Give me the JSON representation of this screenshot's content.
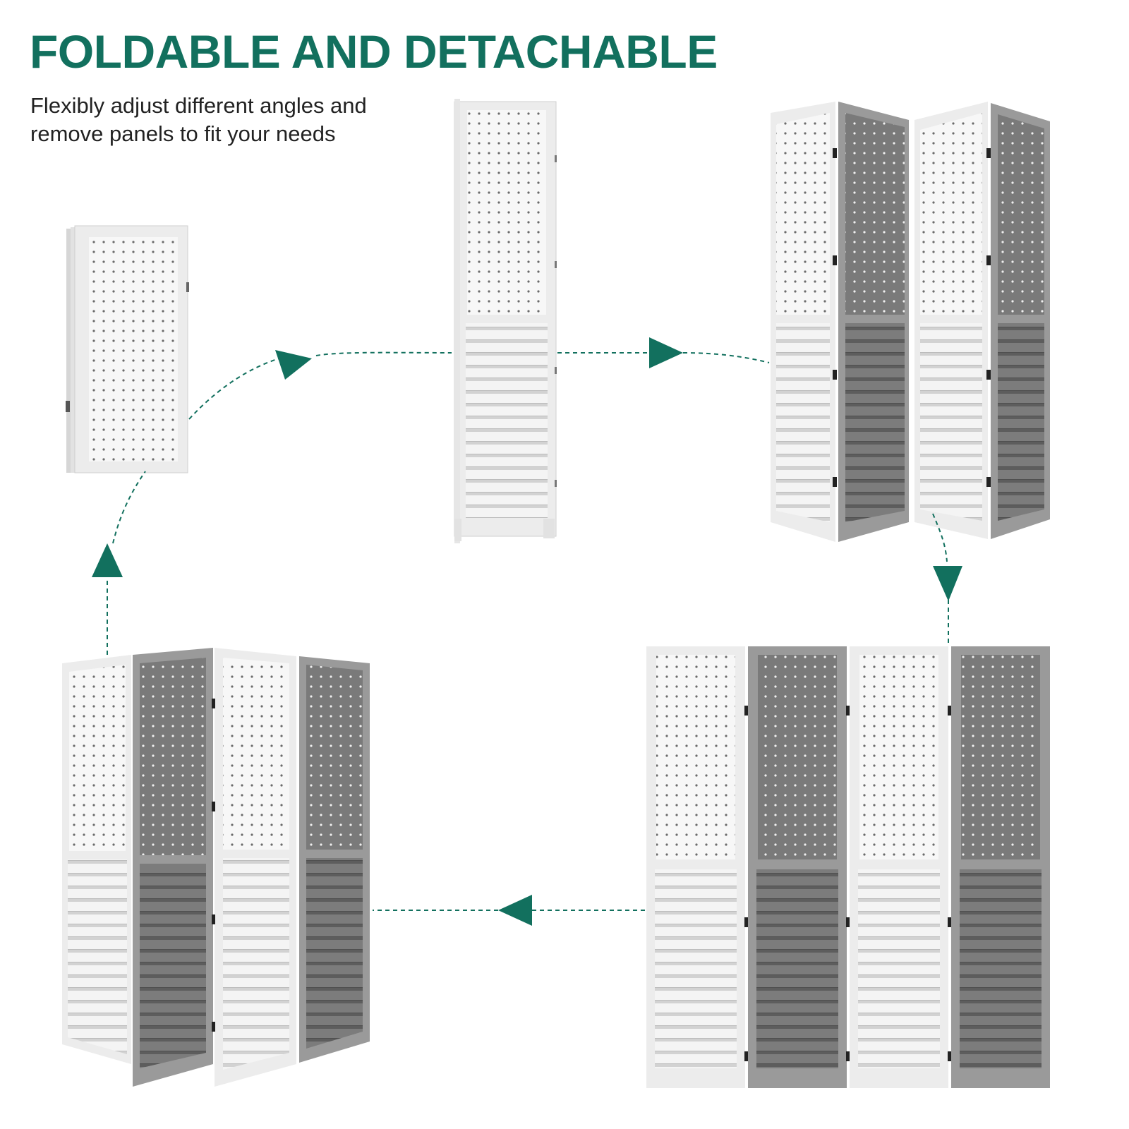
{
  "headline": "FOLDABLE AND DETACHABLE",
  "subheadline_line1": "Flexibly adjust different angles and",
  "subheadline_line2": "remove panels to fit your needs",
  "colors": {
    "accent_green": "#12705e",
    "panel_white": "#f6f6f6",
    "panel_frame_white": "#e4e4e4",
    "panel_gray": "#7d7d7d",
    "panel_frame_gray": "#9a9a9a"
  },
  "illustrations": [
    "folded-screen-compact",
    "single-panel-screen",
    "four-panel-screen-zigzag",
    "four-panel-screen-flat",
    "four-panel-screen-angled"
  ],
  "icons": [
    "arrow-right-icon",
    "arrow-down-icon",
    "arrow-left-icon",
    "arrow-up-icon"
  ]
}
